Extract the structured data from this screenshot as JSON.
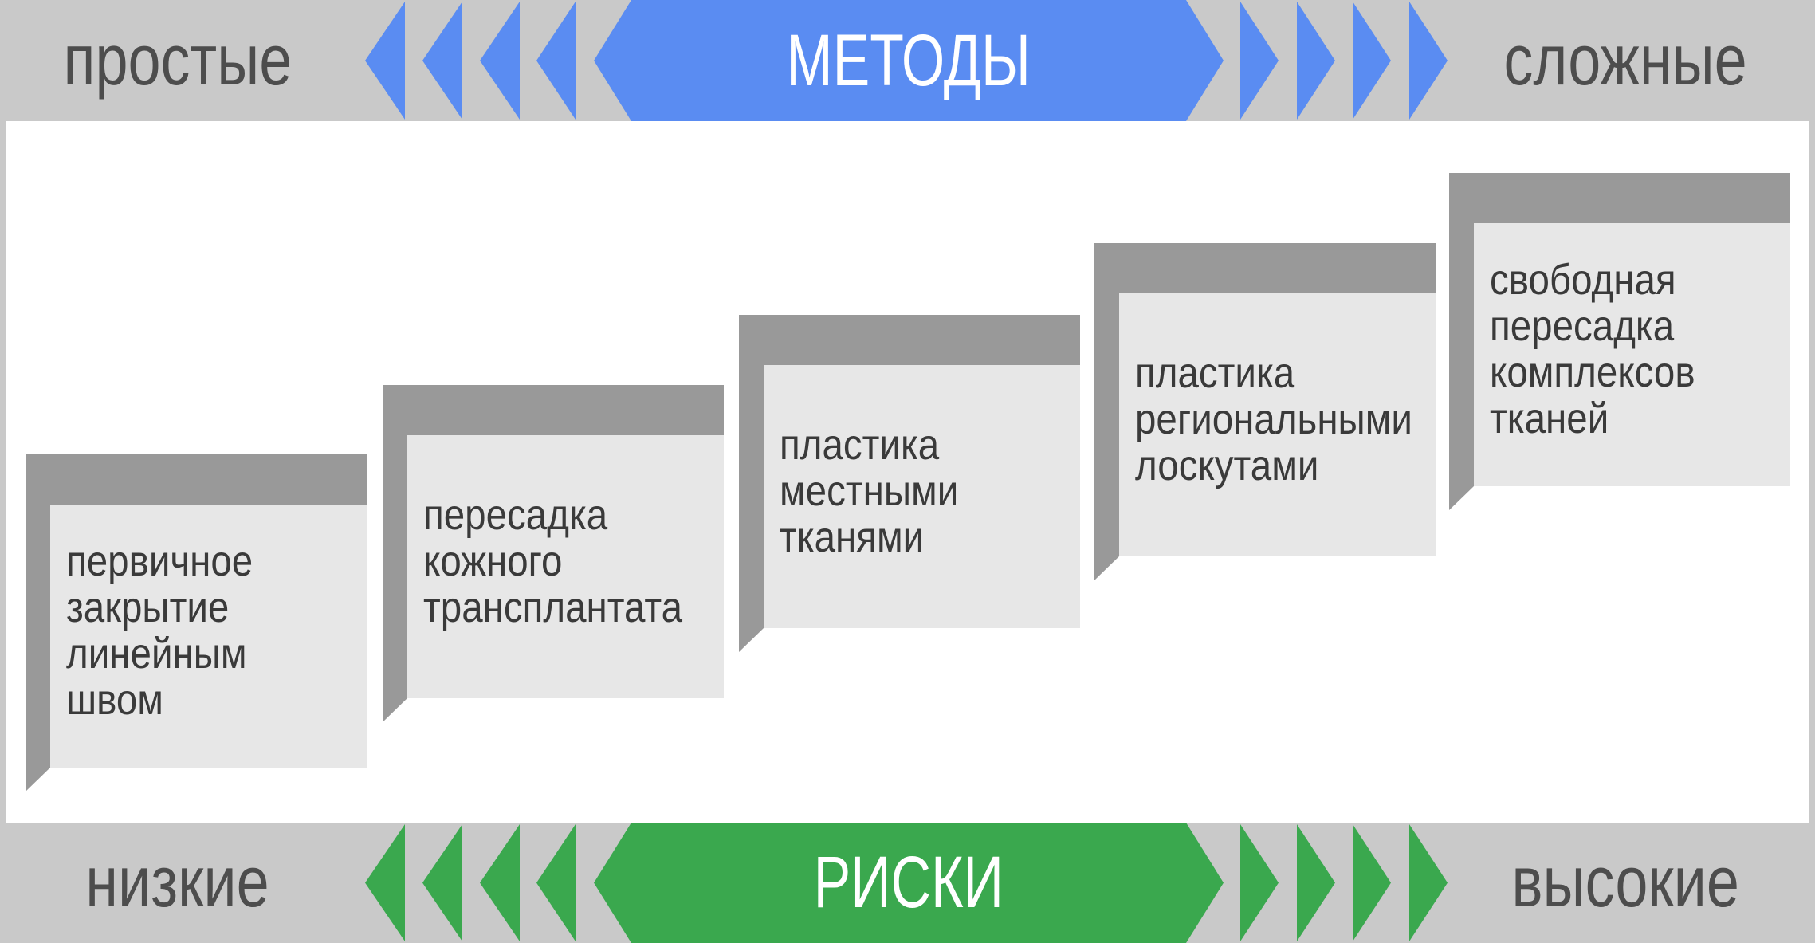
{
  "top_axis": {
    "left_label": "простые",
    "title": "МЕТОДЫ",
    "right_label": "сложные"
  },
  "bottom_axis": {
    "left_label": "низкие",
    "title": "РИСКИ",
    "right_label": "высокие"
  },
  "steps": [
    {
      "label": "первичное\nзакрытие\nлинейным\nшвом"
    },
    {
      "label": "пересадка\nкожного\nтрансплантата"
    },
    {
      "label": "пластика\nместными\nтканями"
    },
    {
      "label": "пластика\nрегиональными\nлоскутами"
    },
    {
      "label": "свободная\nпересадка\nкомплексов\nтканей"
    }
  ],
  "colors": {
    "methods_accent": "#5a8cf2",
    "risks_accent": "#3aa84e",
    "bar_bg": "#c9c9c9",
    "card_back": "#999999",
    "card_face": "#e7e7e7",
    "label_text": "#4d4d4d",
    "card_text": "#3a3a3a",
    "banner_text": "#ffffff"
  }
}
